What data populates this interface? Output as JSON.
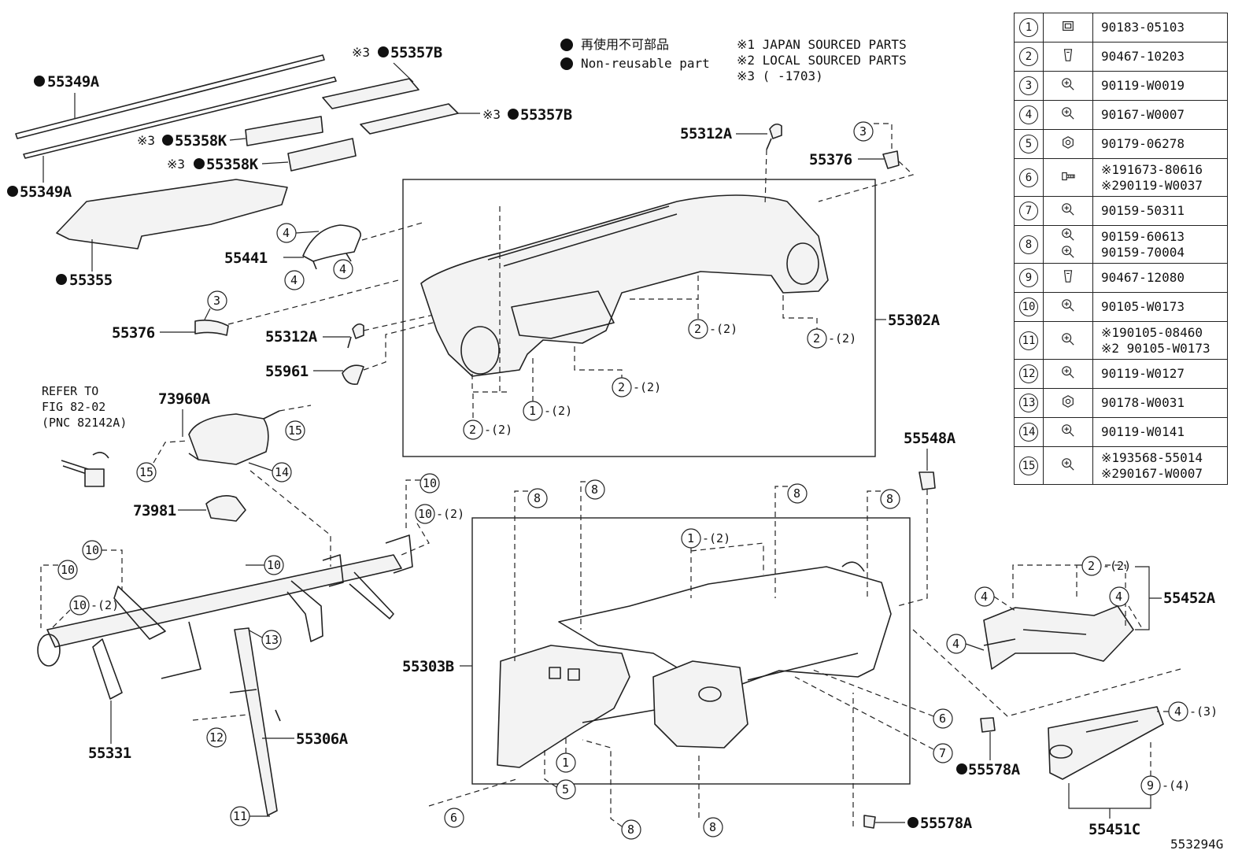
{
  "legend": {
    "jp": "再使用不可部品",
    "en": "Non-reusable part"
  },
  "notes": {
    "n1": "※1 JAPAN SOURCED PARTS",
    "n2": "※2 LOCAL SOURCED PARTS",
    "n3": "※3 (      -1703)"
  },
  "parts": {
    "p55349A_top": "55349A",
    "p55349A_bot": "55349A",
    "p55357B_top": "55357B",
    "p55357B_mid": "55357B",
    "p55358K_a": "55358K",
    "p55358K_b": "55358K",
    "p55355": "55355",
    "p55441": "55441",
    "p55376_left": "55376",
    "p55376_right": "55376",
    "p55312A_top": "55312A",
    "p55312A_left": "55312A",
    "p55961": "55961",
    "p55302A": "55302A",
    "p73960A": "73960A",
    "p73981": "73981",
    "p55331": "55331",
    "p55306A": "55306A",
    "p55303B": "55303B",
    "p55548A": "55548A",
    "p55452A": "55452A",
    "p55578A_a": "55578A",
    "p55578A_b": "55578A",
    "p55451C": "55451C",
    "mark3": "※3",
    "ref1": "REFER TO",
    "ref2": "FIG 82-02",
    "ref3": "(PNC 82142A)",
    "fig_id": "553294G"
  },
  "callouts": {
    "c1": "1",
    "c2": "2",
    "c3": "3",
    "c4": "4",
    "c5": "5",
    "c6": "6",
    "c7": "7",
    "c8": "8",
    "c9": "9",
    "c10": "10",
    "c11": "11",
    "c12": "12",
    "c13": "13",
    "c14": "14",
    "c15": "15",
    "q2": "-(2)",
    "q3": "-(3)",
    "q4": "-(4)"
  },
  "fastener_table": [
    {
      "n": "1",
      "icon": "u-nut",
      "lines": [
        "90183-05103"
      ]
    },
    {
      "n": "2",
      "icon": "clip",
      "lines": [
        "90467-10203"
      ]
    },
    {
      "n": "3",
      "icon": "screw",
      "lines": [
        "90119-W0019"
      ]
    },
    {
      "n": "4",
      "icon": "screw",
      "lines": [
        "90167-W0007"
      ]
    },
    {
      "n": "5",
      "icon": "nut",
      "lines": [
        "90179-06278"
      ]
    },
    {
      "n": "6",
      "icon": "bolt",
      "lines": [
        "※191673-80616",
        "※290119-W0037"
      ]
    },
    {
      "n": "7",
      "icon": "screw",
      "lines": [
        "90159-50311"
      ]
    },
    {
      "n": "8",
      "icon": "screw",
      "lines": [
        "90159-60613",
        "90159-70004"
      ]
    },
    {
      "n": "9",
      "icon": "clip",
      "lines": [
        "90467-12080"
      ]
    },
    {
      "n": "10",
      "icon": "screw",
      "lines": [
        "90105-W0173"
      ]
    },
    {
      "n": "11",
      "icon": "screw",
      "lines": [
        "※190105-08460",
        "※2 90105-W0173"
      ]
    },
    {
      "n": "12",
      "icon": "screw",
      "lines": [
        "90119-W0127"
      ]
    },
    {
      "n": "13",
      "icon": "nut",
      "lines": [
        "90178-W0031"
      ]
    },
    {
      "n": "14",
      "icon": "screw",
      "lines": [
        "90119-W0141"
      ]
    },
    {
      "n": "15",
      "icon": "screw",
      "lines": [
        "※193568-55014",
        "※290167-W0007"
      ]
    }
  ],
  "colors": {
    "ink": "#111111",
    "paper": "#ffffff"
  }
}
